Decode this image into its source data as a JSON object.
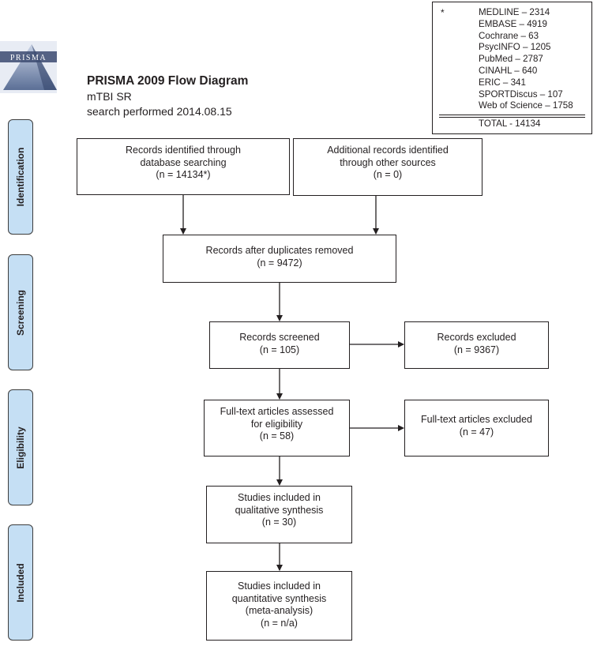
{
  "logo": {
    "text": "PRISMA"
  },
  "header": {
    "title": "PRISMA 2009 Flow Diagram",
    "line1": "mTBI SR",
    "line2": "search performed 2014.08.15"
  },
  "databases": {
    "marker": "*",
    "items": [
      "MEDLINE – 2314",
      "EMBASE – 4919",
      "Cochrane – 63",
      "PsycINFO – 1205",
      "PubMed – 2787",
      "CINAHL – 640",
      "ERIC – 341",
      "SPORTDiscus – 107",
      "Web of Science – 1758"
    ],
    "total": "TOTAL - 14134"
  },
  "stages": {
    "identification": "Identification",
    "screening": "Screening",
    "eligibility": "Eligibility",
    "included": "Included"
  },
  "boxes": {
    "db_search": {
      "line1": "Records identified through",
      "line2": "database searching",
      "line3": "(n = 14134*)"
    },
    "other_sources": {
      "line1": "Additional records identified",
      "line2": "through other sources",
      "line3": "(n = 0)"
    },
    "after_duplicates": {
      "line1": "Records after duplicates removed",
      "line2": "(n = 9472)"
    },
    "screened": {
      "line1": "Records screened",
      "line2": "(n = 105)"
    },
    "excluded": {
      "line1": "Records excluded",
      "line2": "(n = 9367)"
    },
    "fulltext_assessed": {
      "line1": "Full-text articles assessed",
      "line2": "for eligibility",
      "line3": "(n = 58)"
    },
    "fulltext_excluded": {
      "line1": "Full-text articles excluded",
      "line2": "(n = 47)"
    },
    "qualitative": {
      "line1": "Studies included in",
      "line2": "qualitative synthesis",
      "line3": "(n = 30)"
    },
    "quantitative": {
      "line1": "Studies included in",
      "line2": "quantitative synthesis",
      "line3": "(meta-analysis)",
      "line4": "(n = n/a)"
    }
  }
}
